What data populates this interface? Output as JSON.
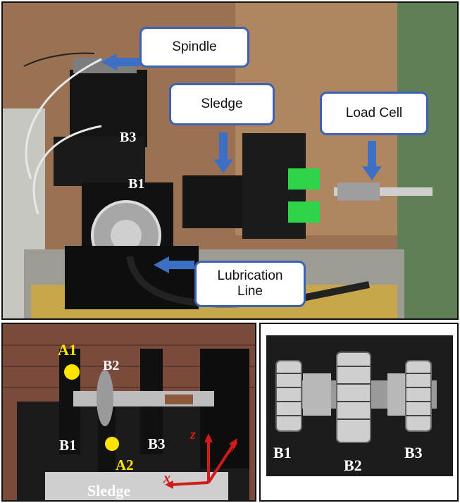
{
  "top_panel": {
    "callouts": {
      "spindle": "Spindle",
      "sledge": "Sledge",
      "load_cell": "Load Cell",
      "lubrication_line": "Lubrication Line"
    },
    "labels": {
      "b3": "B3",
      "b1": "B1"
    }
  },
  "bottom_left_panel": {
    "labels": {
      "a1": "A1",
      "a2": "A2",
      "b1": "B1",
      "b2": "B2",
      "b3": "B3",
      "sledge": "Sledge",
      "z": "z",
      "y": "y",
      "x": "x"
    }
  },
  "bottom_right_panel": {
    "labels": {
      "b1": "B1",
      "b2": "B2",
      "b3": "B3"
    }
  },
  "colors": {
    "callout_border": "#3a63b7",
    "arrow": "#3d6fc4",
    "highlight_yellow": "#ffe400",
    "axis_red": "#d11a1a"
  }
}
